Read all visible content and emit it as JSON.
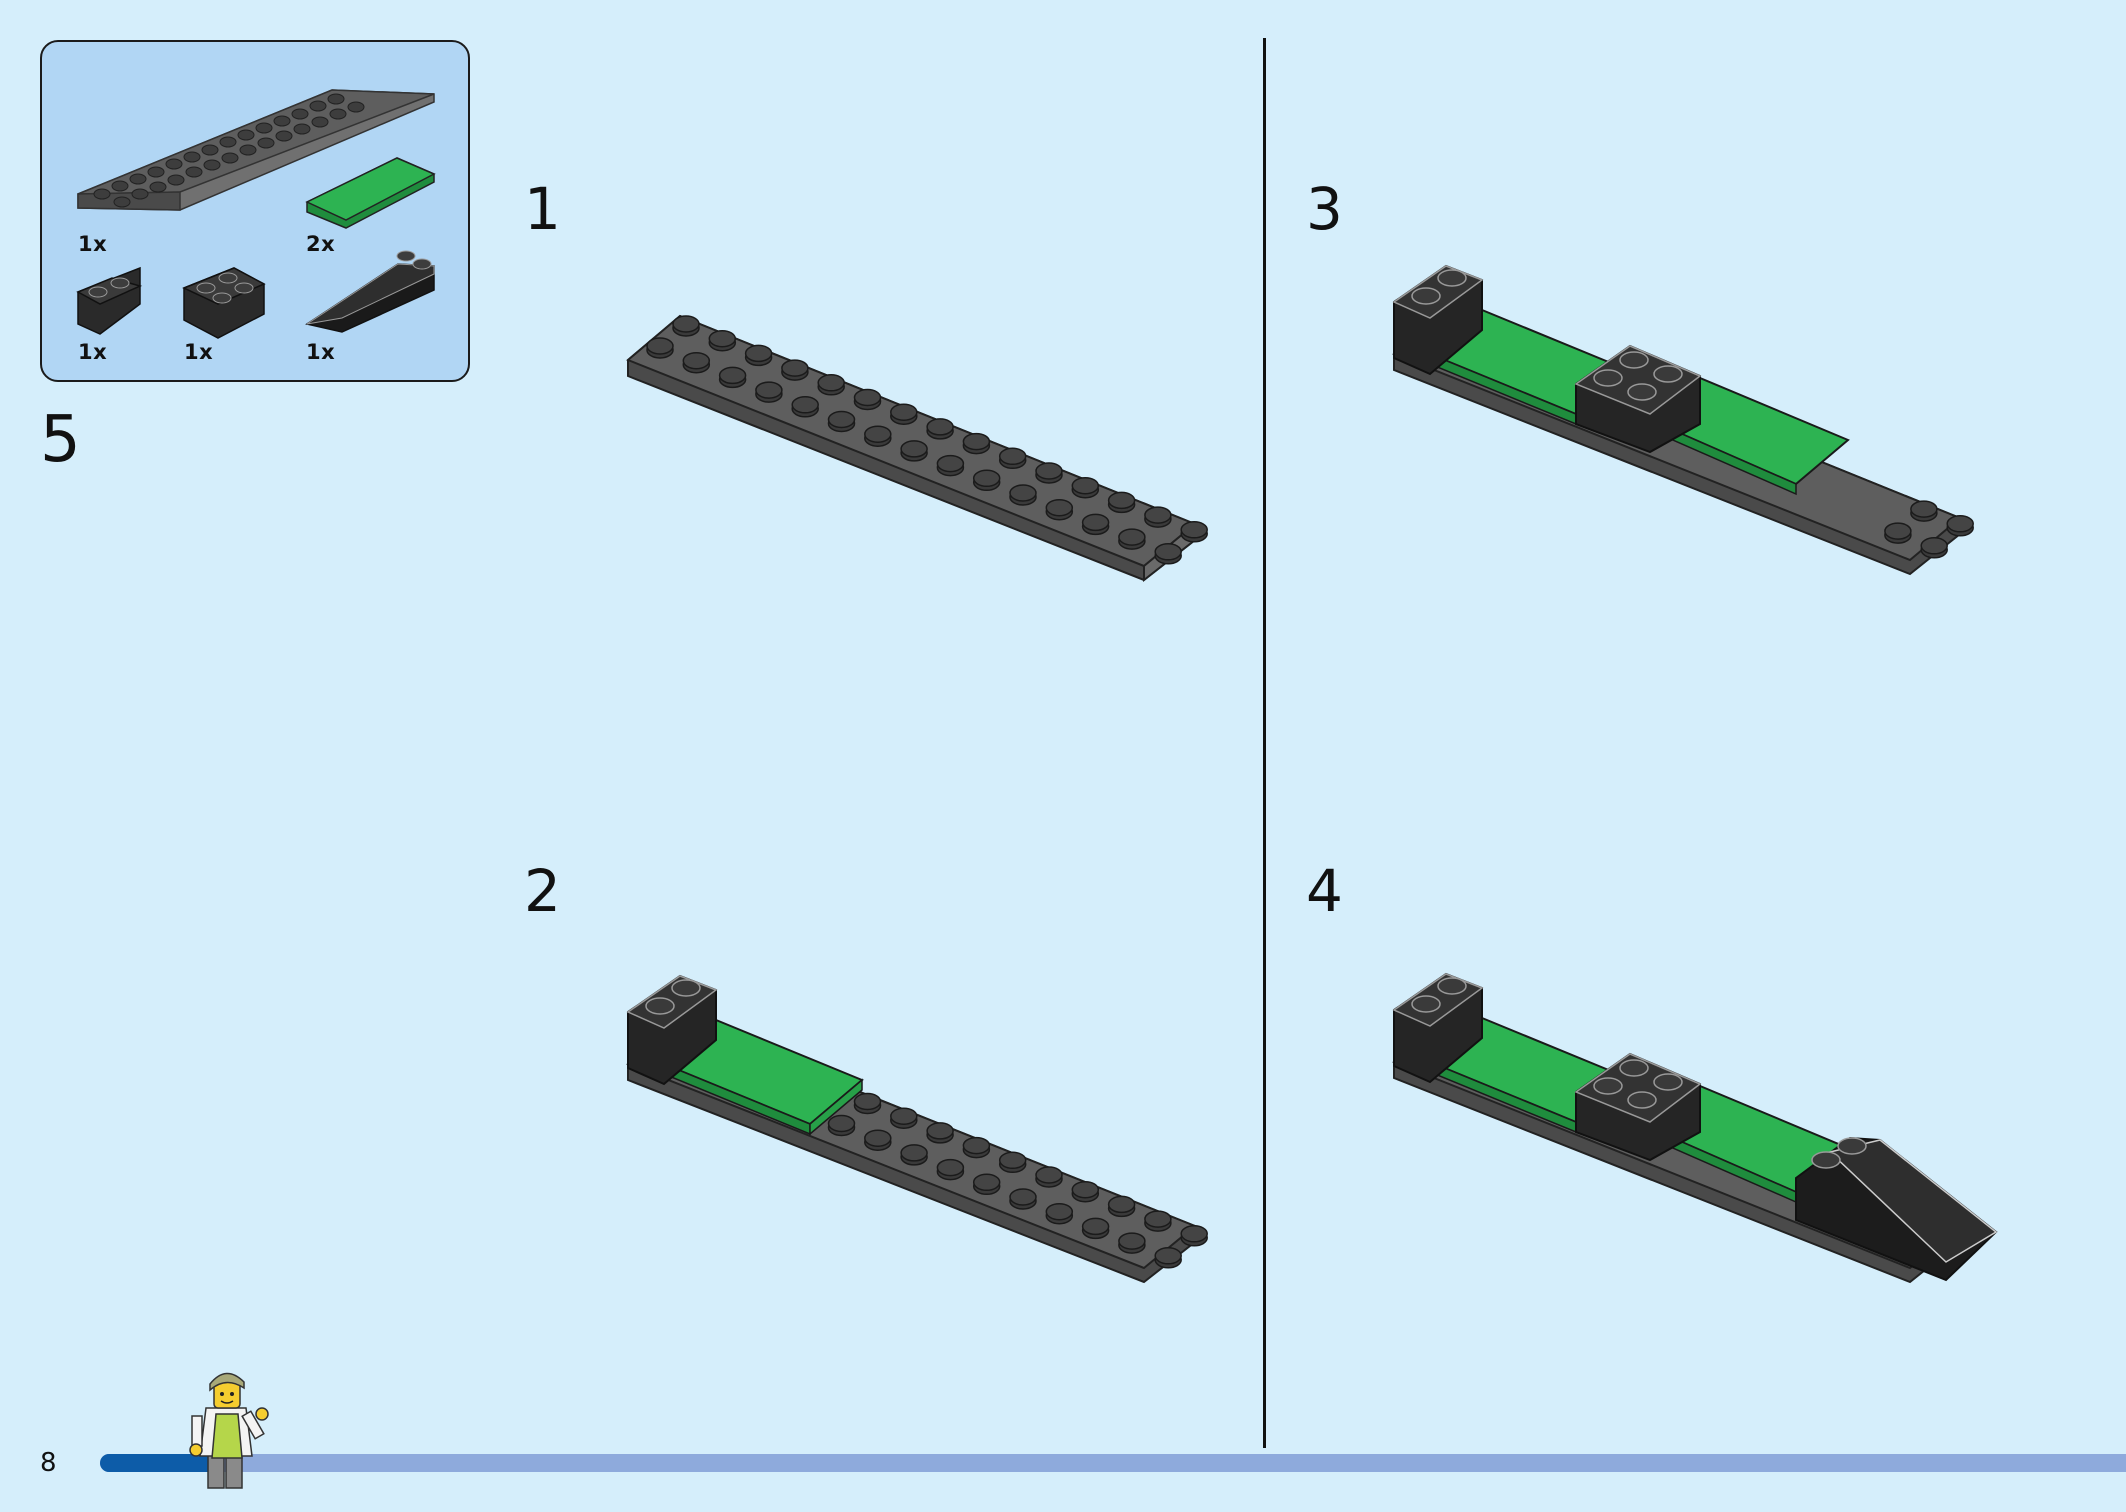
{
  "page": {
    "number": "8",
    "progress_fraction": 0.06
  },
  "colors": {
    "background": "#d5eefb",
    "parts_box": "#b1d6f4",
    "dark_bluish_gray": "#5e5e5e",
    "black": "#2a2a2a",
    "bright_green": "#2db352",
    "progress_fill": "#0d5ca8",
    "progress_track": "#8eaadc"
  },
  "parts_list": {
    "items": [
      {
        "name": "plate-2x16-icon",
        "qty": "1x"
      },
      {
        "name": "tile-2x4-green-icon",
        "qty": "2x"
      },
      {
        "name": "brick-1x2-icon",
        "qty": "1x"
      },
      {
        "name": "brick-2x2-icon",
        "qty": "1x"
      },
      {
        "name": "slope-2x4-icon",
        "qty": "1x"
      }
    ]
  },
  "sub_step": "5",
  "steps": [
    {
      "label": "1"
    },
    {
      "label": "2"
    },
    {
      "label": "3"
    },
    {
      "label": "4"
    }
  ],
  "icons": {
    "minifigure": "minifigure-icon"
  }
}
